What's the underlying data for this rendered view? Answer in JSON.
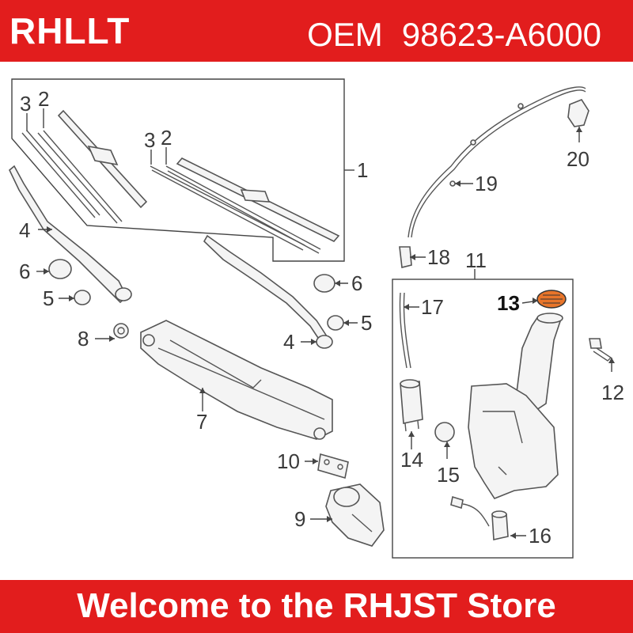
{
  "header": {
    "brand": "RHLLT",
    "oem_label": "OEM",
    "part_number": "98623-A6000",
    "background_color": "#e21d1d"
  },
  "diagram": {
    "callouts": {
      "c1": "1",
      "c2a": "2",
      "c2b": "2",
      "c3a": "3",
      "c3b": "3",
      "c4a": "4",
      "c4b": "4",
      "c5a": "5",
      "c5b": "5",
      "c6a": "6",
      "c6b": "6",
      "c7": "7",
      "c8": "8",
      "c9": "9",
      "c10": "10",
      "c11": "11",
      "c12": "12",
      "c13": "13",
      "c14": "14",
      "c15": "15",
      "c16": "16",
      "c17": "17",
      "c18": "18",
      "c19": "19",
      "c20": "20"
    },
    "highlight_color": "#e8752a"
  },
  "footer": {
    "welcome_text": "Welcome to the RHJST Store",
    "background_color": "#e21d1d"
  }
}
